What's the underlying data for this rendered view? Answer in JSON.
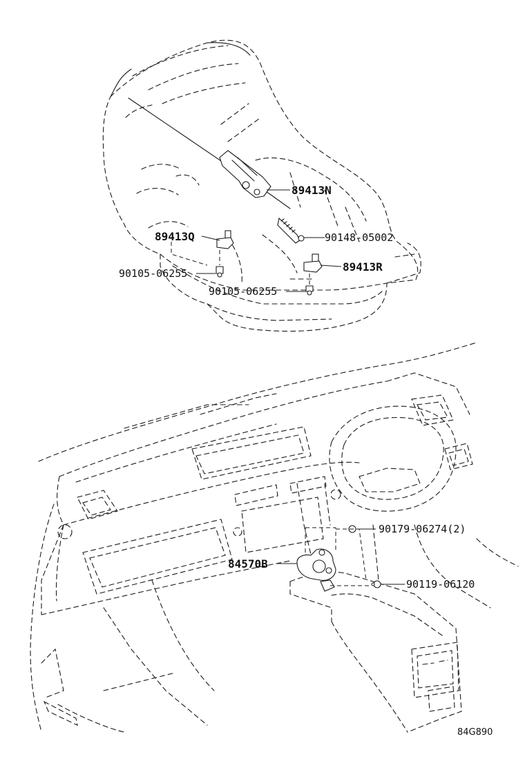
{
  "callouts": {
    "p89413n": "89413N",
    "p90148": "90148-05002",
    "p89413q": "89413Q",
    "p89413r": "89413R",
    "p90105_a": "90105-06255",
    "p90105_b": "90105-06255",
    "p90179": "90179-06274(2)",
    "p84570b": "84570B",
    "p90119": "90119-06120"
  },
  "figure_code": "84G890"
}
